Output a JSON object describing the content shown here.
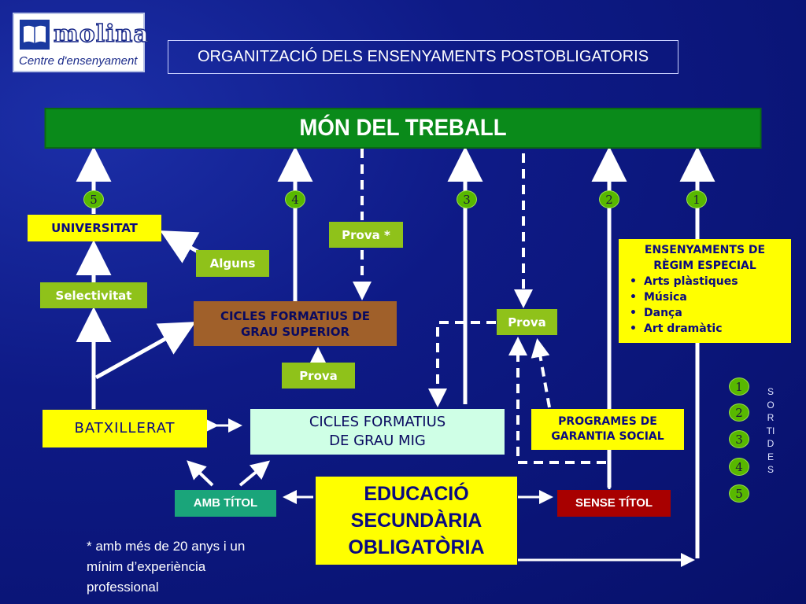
{
  "logo": {
    "word": "molina",
    "subtitle": "Centre d'ensenyament"
  },
  "header": {
    "title": "ORGANITZACIÓ DELS ENSENYAMENTS POSTOBLIGATORIS"
  },
  "work": {
    "label": "MÓN DEL TREBALL"
  },
  "exits": [
    "5",
    "4",
    "3",
    "2",
    "1"
  ],
  "boxes": {
    "universitat": "UNIVERSITAT",
    "alguns": "Alguns",
    "selectivitat": "Selectivitat",
    "prova_star": "Prova *",
    "cfgs": "CICLES FORMATIUS DE GRAU SUPERIOR",
    "prova_cfgs": "Prova",
    "prova_right": "Prova",
    "batxillerat": "BATXILLERAT",
    "cfgm": "CICLES FORMATIUS DE GRAU MIG",
    "pgs": "PROGRAMES DE GARANTIA SOCIAL",
    "amb_titol": "AMB TÍTOL",
    "eso": "EDUCACIÓ SECUNDÀRIA OBLIGATÒRIA",
    "sense_titol": "SENSE TÍTOL"
  },
  "special": {
    "title": "ENSENYAMENTS DE RÈGIM ESPECIAL",
    "items": [
      "Arts plàstiques",
      "Música",
      "Dança",
      "Art dramàtic"
    ]
  },
  "legend": {
    "numbers": [
      "1",
      "2",
      "3",
      "4",
      "5"
    ],
    "label": "SORTIDES"
  },
  "footnote": "* amb més de 20 anys i un mínim d’experiència professional",
  "colors": {
    "work_green": "#0a8a1a",
    "yellow": "#ffff00",
    "light_green": "#8fc21a",
    "brown": "#a0602a",
    "red": "#a80000",
    "background": "#0e1a86"
  }
}
